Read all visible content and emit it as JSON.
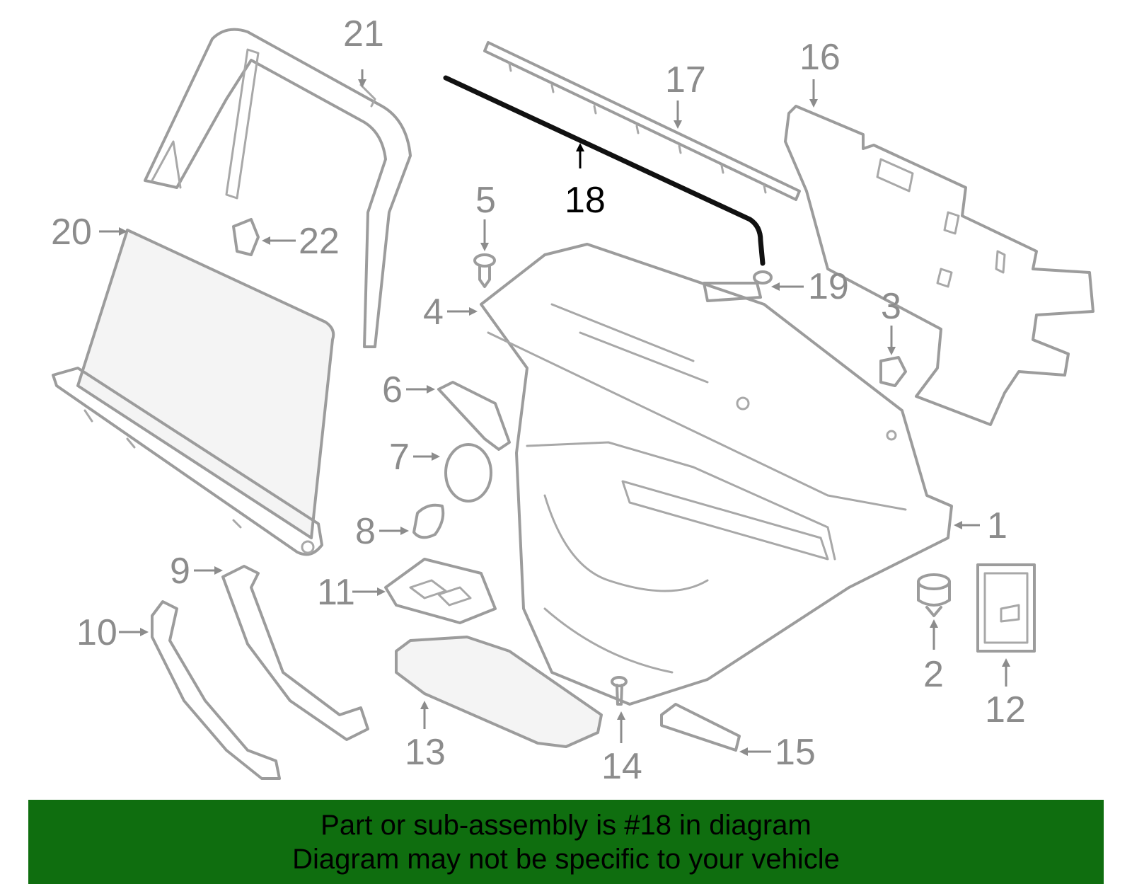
{
  "highlight_callout": "18",
  "callouts": {
    "c1": "1",
    "c2": "2",
    "c3": "3",
    "c4": "4",
    "c5": "5",
    "c6": "6",
    "c7": "7",
    "c8": "8",
    "c9": "9",
    "c10": "10",
    "c11": "11",
    "c12": "12",
    "c13": "13",
    "c14": "14",
    "c15": "15",
    "c16": "16",
    "c17": "17",
    "c18": "18",
    "c19": "19",
    "c20": "20",
    "c21": "21",
    "c22": "22"
  },
  "banner": {
    "line1": "Part or sub-assembly is #18 in diagram",
    "line2": "Diagram may not be specific to your vehicle",
    "background_color": "#0f6e0f"
  },
  "colors": {
    "part_outline": "#9c9c9c",
    "highlighted_part": "#111111"
  }
}
